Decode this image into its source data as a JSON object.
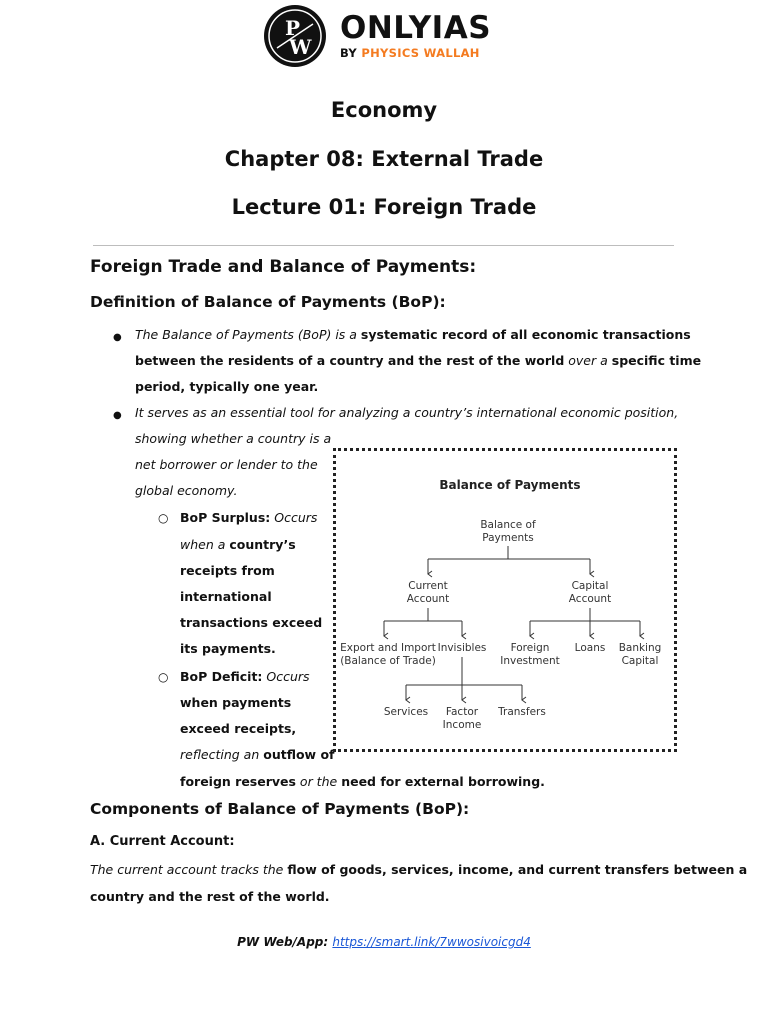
{
  "header": {
    "pw_mark": "PW",
    "brand_only": "ONLY",
    "brand_ias": "IAS",
    "brand_by": "BY ",
    "brand_pw": "PHYSICS WALLAH"
  },
  "titles": {
    "subject": "Economy",
    "chapter": "Chapter 08: External Trade",
    "lecture": "Lecture 01: Foreign Trade"
  },
  "section1": {
    "heading": "Foreign Trade and Balance of Payments:",
    "subheading": "Definition of Balance of Payments (BoP):",
    "b1_l1_a": "The Balance of Payments (BoP) is a ",
    "b1_l1_b": "systematic record of all economic transactions",
    "b1_l2_a": "between the residents of a country and the rest of the world",
    "b1_l2_b": " over a ",
    "b1_l2_c": "specific time",
    "b1_l3": "period, typically one year.",
    "b2_l1": "It serves as an essential tool for analyzing a country’s international economic position,",
    "b2_l2": "showing whether a country is a",
    "b2_l3": "net borrower or lender to the",
    "b2_l4": "global economy.",
    "surplus_label": "BoP Surplus:",
    "surplus_l1_tail": " Occurs",
    "surplus_l2_a": "when a ",
    "surplus_l2_b": "country’s",
    "surplus_l3": "receipts from",
    "surplus_l4": "international",
    "surplus_l5": "transactions exceed",
    "surplus_l6": "its payments.",
    "deficit_label": "BoP Deficit:",
    "deficit_l1_tail": " Occurs",
    "deficit_l2": "when payments",
    "deficit_l3": "exceed receipts,",
    "deficit_l4_a": "reflecting an ",
    "deficit_l4_b": "outflow of",
    "deficit_l5_a": "foreign reserves",
    "deficit_l5_b": " or the ",
    "deficit_l5_c": "need for external borrowing."
  },
  "diagram": {
    "title": "Balance of Payments",
    "root_l1": "Balance of",
    "root_l2": "Payments",
    "current_l1": "Current",
    "current_l2": "Account",
    "capital_l1": "Capital",
    "capital_l2": "Account",
    "export_l1": "Export and Import",
    "export_l2": "(Balance of Trade)",
    "invisibles": "Invisibles",
    "foreign_l1": "Foreign",
    "foreign_l2": "Investment",
    "loans": "Loans",
    "banking_l1": "Banking",
    "banking_l2": "Capital",
    "services": "Services",
    "factor_l1": "Factor",
    "factor_l2": "Income",
    "transfers": "Transfers"
  },
  "section2": {
    "heading": "Components of Balance of Payments (BoP):",
    "sub_a": "A. Current Account:",
    "p1_a": "The current account tracks the ",
    "p1_b": "flow of goods, services, income, and current transfers between a",
    "p2": "country and the rest of the world."
  },
  "footer": {
    "label": "PW Web/App: ",
    "link": "https://smart.link/7wwosivoicgd4"
  }
}
